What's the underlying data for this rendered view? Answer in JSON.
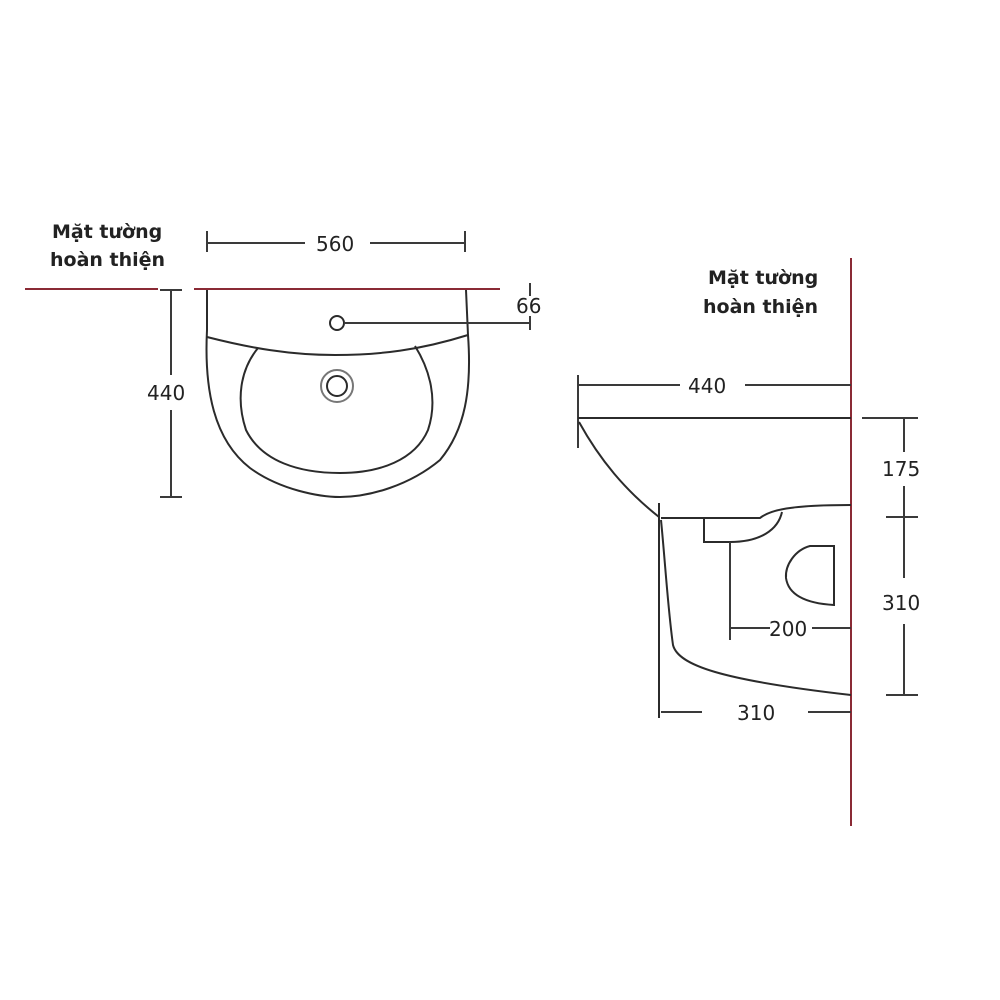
{
  "front_view": {
    "wall_label_line1": "Mặt tường",
    "wall_label_line2": "hoàn thiện",
    "width_dim": "560",
    "height_dim": "440",
    "tap_hole_offset_dim": "66"
  },
  "side_view": {
    "wall_label_line1": "Mặt tường",
    "wall_label_line2": "hoàn thiện",
    "depth_dim": "440",
    "top_to_mount_dim": "175",
    "mount_height_dim": "310",
    "drain_offset_dim": "200",
    "pedestal_depth_dim": "310"
  },
  "colors": {
    "wall_line": "#8a2a35",
    "drawing_line": "#2b2b2b",
    "background": "#ffffff"
  }
}
